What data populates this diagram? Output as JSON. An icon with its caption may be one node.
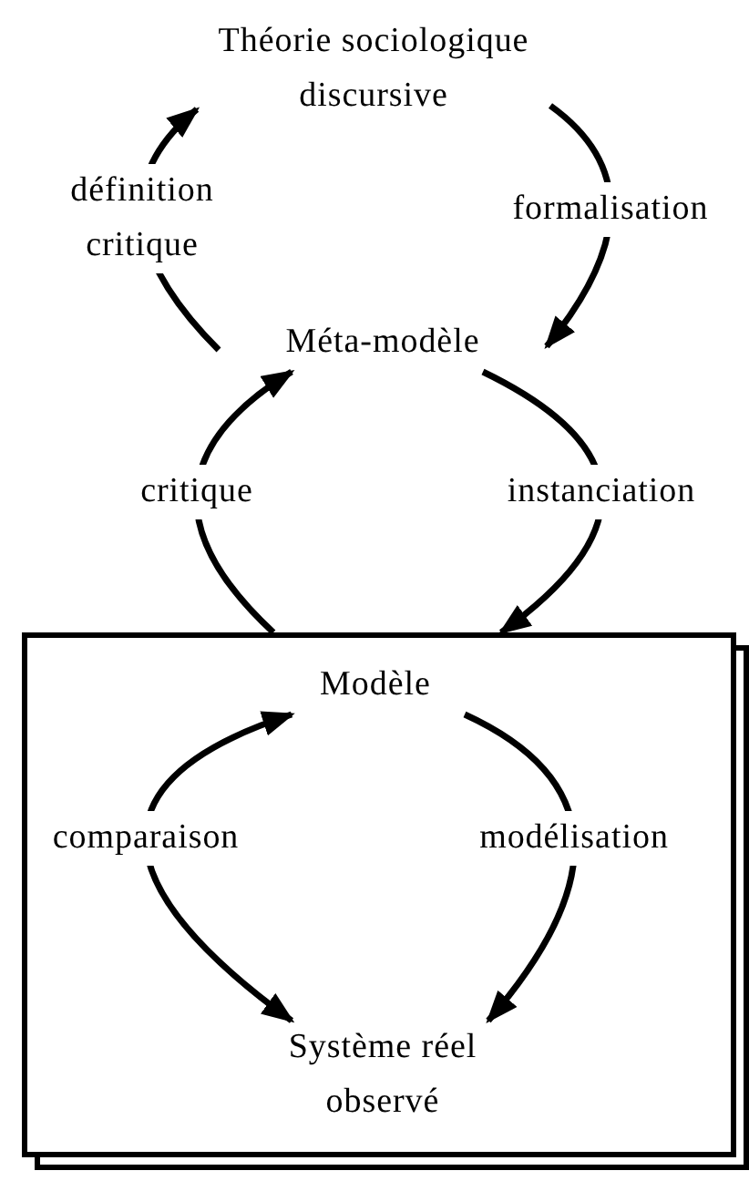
{
  "diagram": {
    "nodes": [
      {
        "text": [
          "Théorie sociologique discursive"
        ]
      },
      {
        "text": [
          "Méta-modèle"
        ]
      },
      {
        "text": [],
        "shape": "box"
      },
      {
        "text": [
          "Modèle"
        ],
        "in": 2
      },
      {
        "text": [
          "Système réel observé"
        ],
        "in": 2
      }
    ],
    "edges": [
      {
        "from": 1,
        "to": 0,
        "arrow": "to",
        "label": "définition critique"
      },
      {
        "from": 0,
        "to": 1,
        "arrow": "to",
        "label": "formalisation"
      },
      {
        "from": 2,
        "to": 1,
        "arrow": "to",
        "label": "critique"
      },
      {
        "from": 1,
        "to": 2,
        "arrow": "to",
        "label": "instanciation"
      },
      {
        "from": 4,
        "to": 3,
        "arrow": "both",
        "label": "comparaison"
      },
      {
        "from": 3,
        "to": 4,
        "arrow": "to",
        "label": "modélisation"
      }
    ]
  }
}
